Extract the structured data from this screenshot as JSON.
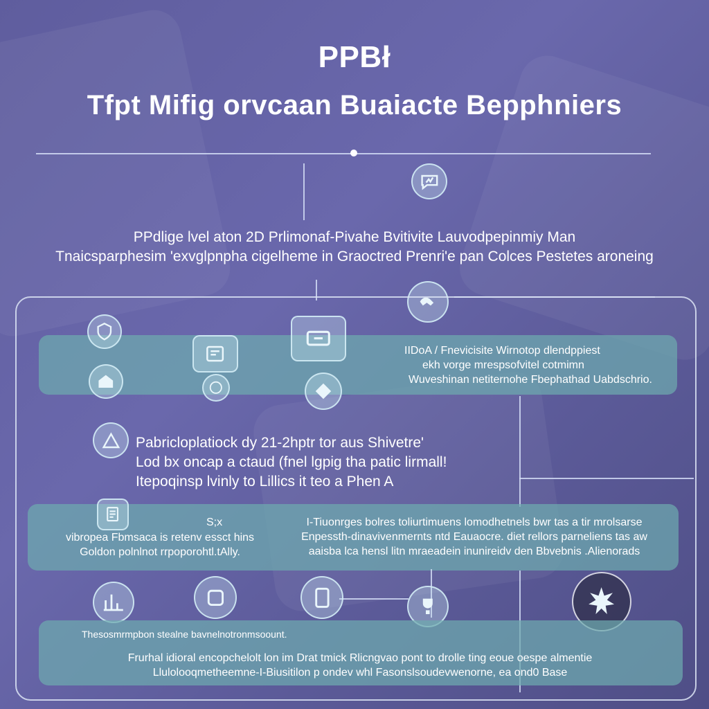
{
  "header": {
    "title": "PPBł",
    "subtitle": "Tfpt Mifig orvcaan Buaiacte Bepphniers"
  },
  "intro": {
    "line1": "PPdlige lvel aton 2D Prlimonaf-Pivahe Bvitivite Lauvodpepinmiy Man",
    "line2": "Tnaicsparphesim 'exvglpnpha cigelheme in Graoctred Prenri'e pan Colces Pestetes aroneing"
  },
  "band1": {
    "text": [
      "IIDoA / Fnevicisite Wirnotop dlendppiest",
      "ekh vorge mrespsofvitel cotmimn",
      "Wuveshinan netiternohe Fbephathad Uabdschrio."
    ]
  },
  "middle": {
    "text": [
      "Pabricloplatiock dy 21-2hptr tor aus Shivetre'",
      "Lod bx oncap a ctaud (fnel lgpig tha patic lirmall!",
      "Itepoqinsp lvinly to Lillics it teo a Phen A"
    ]
  },
  "band2": {
    "small_label": "S;x",
    "left_text": [
      "vibropea Fbmsaca is retenv essct hins",
      "Goldon polnlnot rrpoporohtl.tAlly."
    ],
    "right_text": [
      "I-Tiuonrges bolres toliurtimuens lomodhetnels bwr tas a tir mrolsarse",
      "Enpessth-dinavivenmernts ntd Eauaocre. diet rellors parneliens tas aw",
      "aaisba lca hensl litn mraeadein inunireidv den Bbvebnis .Alienorads"
    ]
  },
  "band3": {
    "top_text": "Thesosmrmpbon stealne bavnelnotronmsoount.",
    "bottom_text": [
      "Frurhal idioral encopchelolt lon im Drat tmick Rlicngvao pont to drolle ting eoue oespe almentie",
      "Llulolooqmetheemne-I-Biusitilon p ondev whl Fasonslsoudevwenorne, ea ond0 Base"
    ]
  },
  "icons": [
    "chat-bubble-icon",
    "shield-icon",
    "document-icon",
    "tablet-icon",
    "ticket-icon",
    "house-icon",
    "handshake-icon",
    "diamond-icon",
    "triangle-badge-icon",
    "notepad-icon",
    "globe-icon",
    "chart-icon",
    "puzzle-icon",
    "trophy-icon",
    "starburst-icon",
    "certificate-icon"
  ],
  "colors": {
    "background": "#6a68ac",
    "band": "#6eaaaf",
    "line": "#d2dcf5"
  }
}
